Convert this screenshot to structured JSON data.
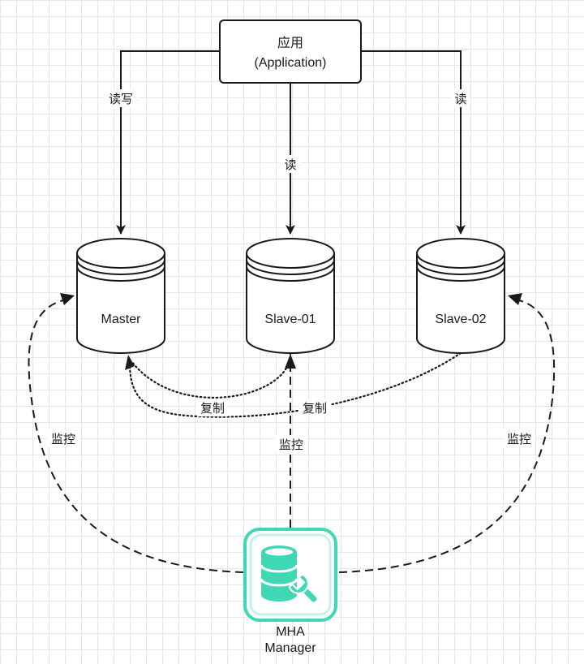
{
  "app": {
    "title_line1": "应用",
    "title_line2": "(Application)"
  },
  "databases": {
    "master": "Master",
    "slave01": "Slave-01",
    "slave02": "Slave-02"
  },
  "manager": {
    "line1": "MHA",
    "line2": "Manager",
    "icon": "database-wrench-icon",
    "accent_color": "#3ed8b4"
  },
  "edges": {
    "app_to_master": "读写",
    "app_to_slave01": "读",
    "app_to_slave02": "读",
    "replication_slave01": "复制",
    "replication_slave02": "复制",
    "monitor_master": "监控",
    "monitor_slave01": "监控",
    "monitor_slave02": "监控"
  }
}
